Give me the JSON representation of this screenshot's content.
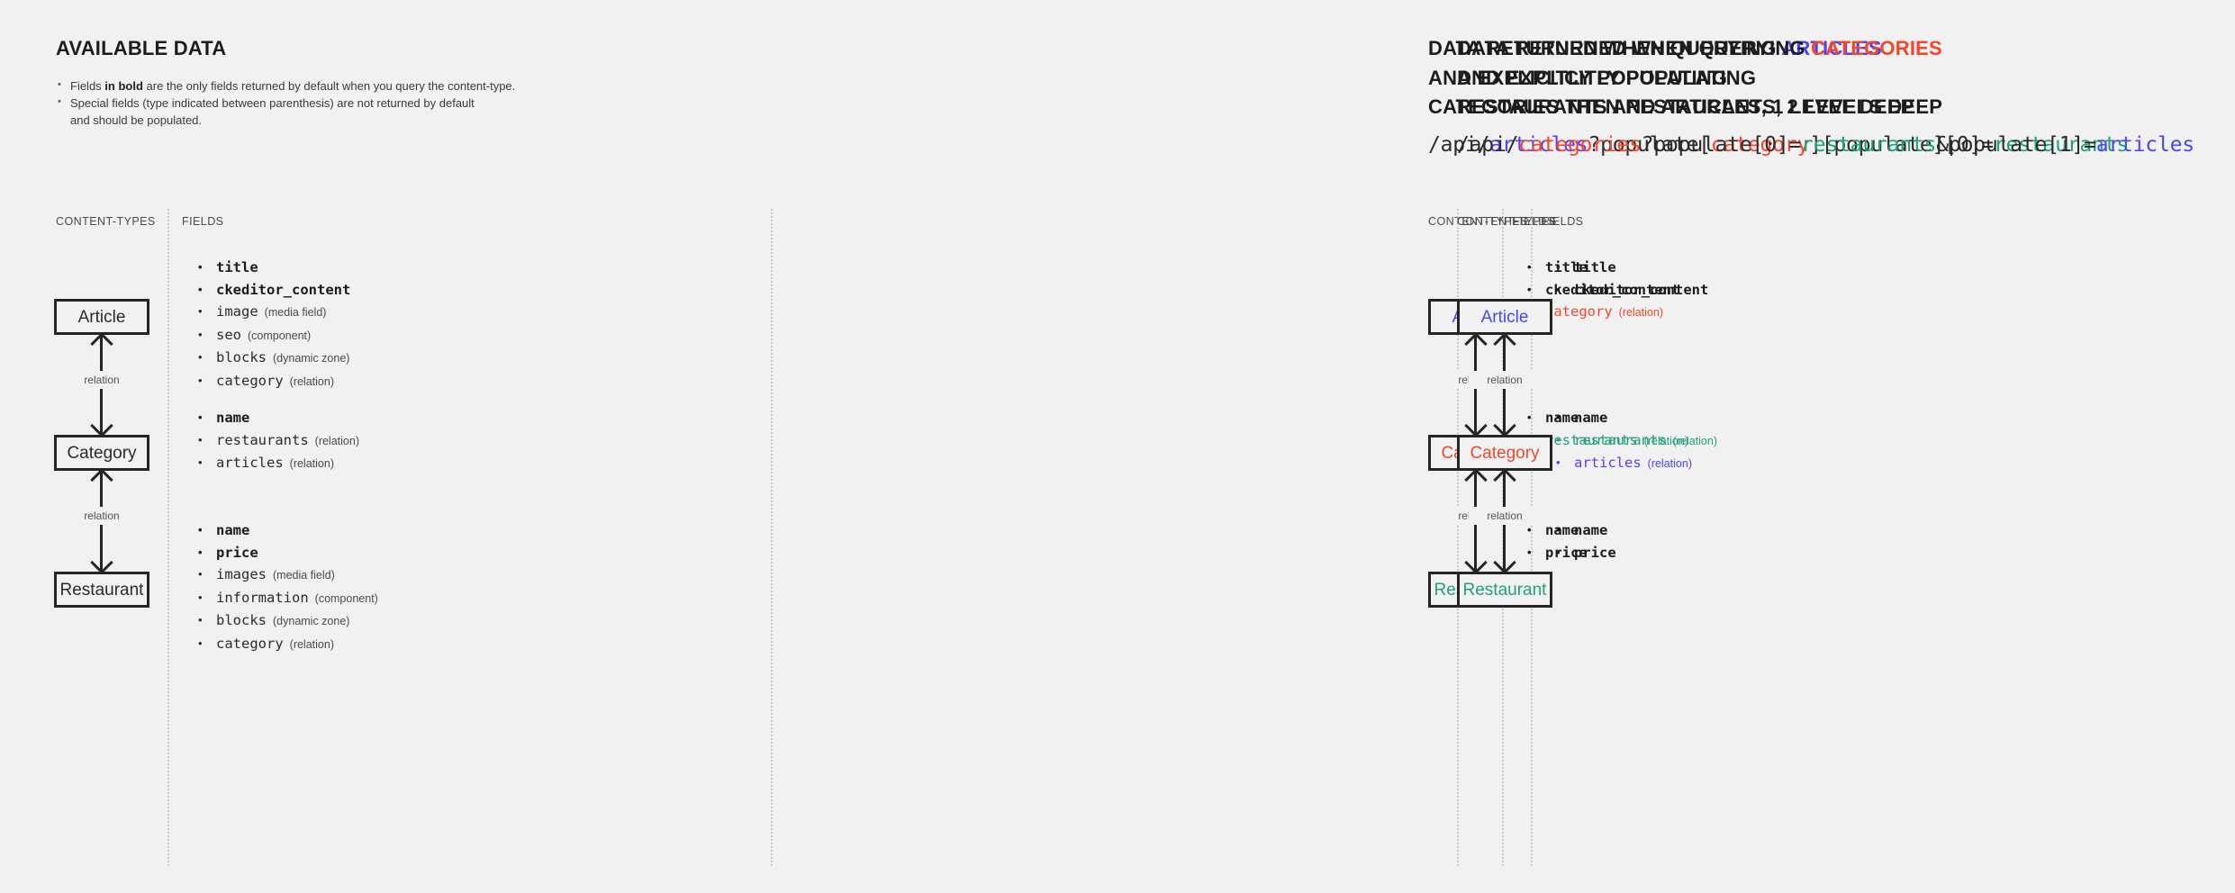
{
  "panels": [
    {
      "id": "available-data",
      "heading_lines": [
        "AVAILABLE DATA"
      ],
      "heading_plain": "AVAILABLE DATA",
      "notes": [
        "Fields in bold are the only fields returned by default when you query the content-type.",
        "Special fields (type indicated between parenthesis) are not returned by default and should be populated."
      ],
      "note1_pre": "Fields ",
      "note1_bold": "in bold",
      "note1_post": " are the only fields returned by default when you query the content-type.",
      "note2_line1": "Special fields (type indicated between parenthesis) are not returned by default",
      "note2_line2": "and should be populated.",
      "col_headers": {
        "content_types": "CONTENT-TYPES",
        "fields": "FIELDS"
      },
      "connector_label": "relation",
      "entities": [
        {
          "name": "Article",
          "color": "default"
        },
        {
          "name": "Category",
          "color": "default"
        },
        {
          "name": "Restaurant",
          "color": "default"
        }
      ],
      "fields": {
        "article": [
          {
            "name": "title",
            "type": "",
            "style": "bold"
          },
          {
            "name": "ckeditor_content",
            "type": "",
            "style": "bold"
          },
          {
            "name": "image",
            "type": "(media field)",
            "style": "normal"
          },
          {
            "name": "seo",
            "type": "(component)",
            "style": "normal"
          },
          {
            "name": "blocks",
            "type": "(dynamic zone)",
            "style": "normal"
          },
          {
            "name": "category",
            "type": "(relation)",
            "style": "normal"
          }
        ],
        "category": [
          {
            "name": "name",
            "type": "",
            "style": "bold"
          },
          {
            "name": "restaurants",
            "type": "(relation)",
            "style": "normal"
          },
          {
            "name": "articles",
            "type": "(relation)",
            "style": "normal"
          }
        ],
        "restaurant": [
          {
            "name": "name",
            "type": "",
            "style": "bold"
          },
          {
            "name": "price",
            "type": "",
            "style": "bold"
          },
          {
            "name": "images",
            "type": "(media field)",
            "style": "normal"
          },
          {
            "name": "information",
            "type": "(component)",
            "style": "normal"
          },
          {
            "name": "blocks",
            "type": "(dynamic zone)",
            "style": "normal"
          },
          {
            "name": "category",
            "type": "(relation)",
            "style": "normal"
          }
        ]
      }
    },
    {
      "id": "query-articles",
      "heading_l1_pre": "DATA RETURNED WHEN QUERYING ",
      "heading_l1_hl": "ARTICLES",
      "heading_l2": "AND EXPLICITLY POPULATING",
      "heading_l3": "CATEGORIES THEN RESTAURANTS, 2 LEVELS DEEP",
      "url": {
        "full": "/api/articles?populate[category][populate][0]=restaurants",
        "segments": [
          {
            "text": "/api/",
            "color": "default"
          },
          {
            "text": "articles",
            "color": "blue"
          },
          {
            "text": "?populate[",
            "color": "default"
          },
          {
            "text": "category",
            "color": "red"
          },
          {
            "text": "][populate][0]=",
            "color": "default"
          },
          {
            "text": "restaurants",
            "color": "green"
          }
        ]
      },
      "col_headers": {
        "content_types": "CONTENT-TYPES",
        "fields": "FIELDS"
      },
      "connector_label": "relation",
      "entities": [
        {
          "name": "Article",
          "color": "blue"
        },
        {
          "name": "Category",
          "color": "red"
        },
        {
          "name": "Restaurant",
          "color": "green"
        }
      ],
      "fields": {
        "article": [
          {
            "name": "title",
            "type": "",
            "style": "bold"
          },
          {
            "name": "ckeditor_content",
            "type": "",
            "style": "bold"
          },
          {
            "name": "category",
            "type": "(relation)",
            "style": "red"
          }
        ],
        "category": [
          {
            "name": "name",
            "type": "",
            "style": "bold"
          },
          {
            "name": "restaurants",
            "type": "(relation)",
            "style": "green"
          }
        ],
        "restaurant": [
          {
            "name": "name",
            "type": "",
            "style": "bold"
          },
          {
            "name": "price",
            "type": "",
            "style": "bold"
          }
        ]
      }
    },
    {
      "id": "query-categories",
      "heading_l1_pre": "DATA RETURNED WHEN QUERYING ",
      "heading_l1_hl": "CATEGORIES",
      "heading_l2": "AND EXPLICITLY POPULATING",
      "heading_l3": "RESTAURANTS AND ARTICLES, 1 LEVEL DEEP",
      "url": {
        "full": "/api/categories?populate[0]=restaurants&populate[1]=articles",
        "segments": [
          {
            "text": "/api/",
            "color": "default"
          },
          {
            "text": "categories",
            "color": "red"
          },
          {
            "text": "?populate[0]=",
            "color": "default"
          },
          {
            "text": "restaurants",
            "color": "green"
          },
          {
            "text": "&populate[1]=",
            "color": "default"
          },
          {
            "text": "articles",
            "color": "blue"
          }
        ]
      },
      "col_headers": {
        "content_types": "CONTENT-TYPES",
        "fields": "FIELDS"
      },
      "connector_label": "relation",
      "entities": [
        {
          "name": "Article",
          "color": "blue"
        },
        {
          "name": "Category",
          "color": "red"
        },
        {
          "name": "Restaurant",
          "color": "green"
        }
      ],
      "fields": {
        "article": [
          {
            "name": "title",
            "type": "",
            "style": "bold"
          },
          {
            "name": "ckeditor_content",
            "type": "",
            "style": "bold"
          }
        ],
        "category": [
          {
            "name": "name",
            "type": "",
            "style": "bold"
          },
          {
            "name": "restaurants",
            "type": "(relation)",
            "style": "green"
          },
          {
            "name": "articles",
            "type": "(relation)",
            "style": "blue"
          }
        ],
        "restaurant": [
          {
            "name": "name",
            "type": "",
            "style": "bold"
          },
          {
            "name": "price",
            "type": "",
            "style": "bold"
          }
        ]
      }
    }
  ],
  "colors": {
    "background": "#f1f1f1",
    "text": "#1f1f1f",
    "blue": "#4d44f7",
    "red": "#f4462b",
    "green": "#21a179",
    "box_border": "#252525",
    "muted": "#4a4a4a",
    "divider": "#c9c9c9"
  }
}
